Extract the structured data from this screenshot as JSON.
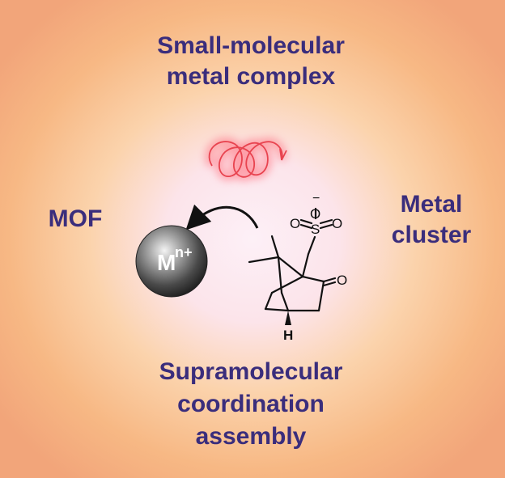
{
  "labels": {
    "top": [
      "Small-molecular",
      "metal complex"
    ],
    "left": [
      "MOF"
    ],
    "right": [
      "Metal",
      "cluster"
    ],
    "bottom": [
      "Supramolecular",
      "coordination",
      "assembly"
    ]
  },
  "metal_ion": {
    "symbol": "M",
    "charge": "n+"
  },
  "molecule": {
    "anion_charge": "−",
    "oxygen": "O",
    "sulfur": "S",
    "hydrogen": "H"
  },
  "colors": {
    "label_text": "#3a2d7c",
    "outer_bg": "#f5b07e",
    "inner_bg": "#fdeef6",
    "helix": "#ee5a6a"
  },
  "icons": [
    "circularly-polarized-light-icon",
    "curved-arrow-icon",
    "metal-ion-sphere-icon",
    "camphorsulfonate-structure-icon"
  ]
}
